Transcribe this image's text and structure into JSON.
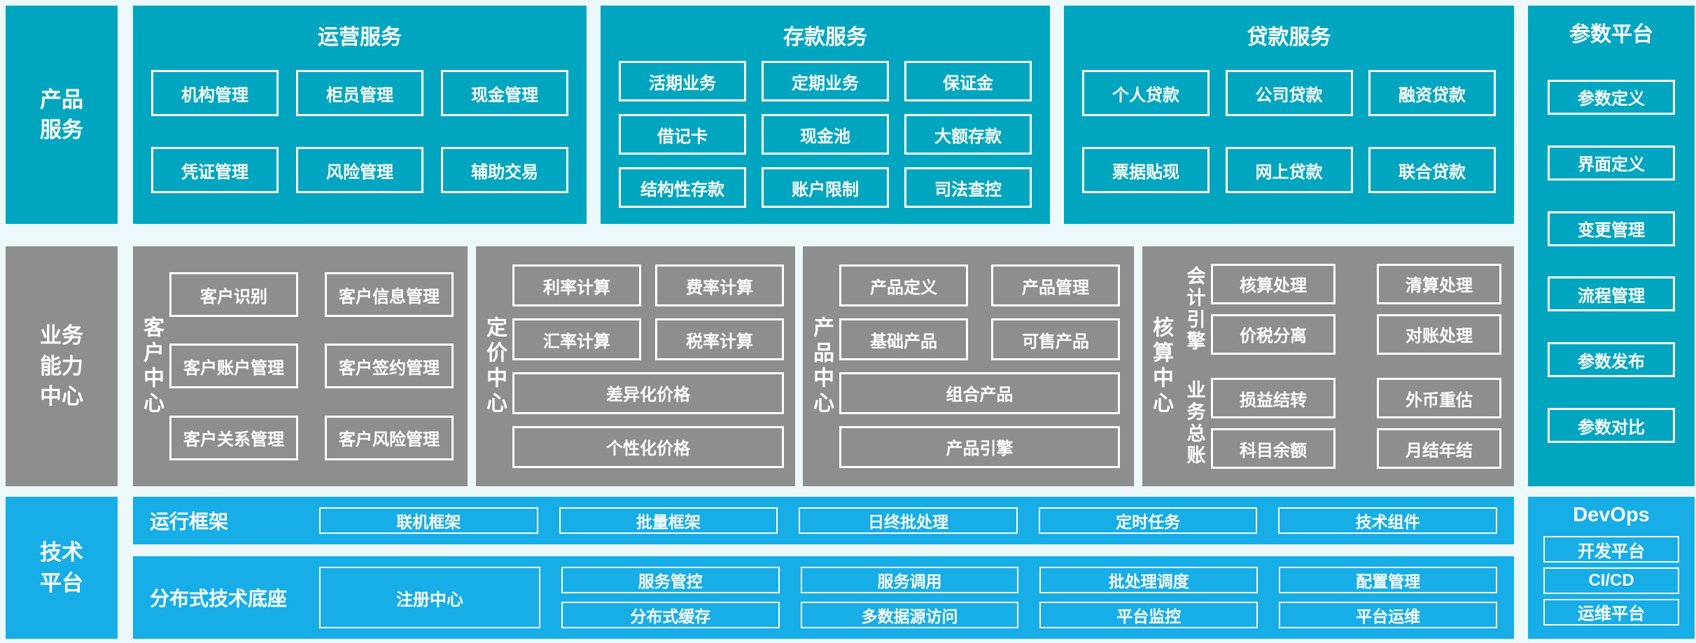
{
  "palette": {
    "teal": "#00a6bf",
    "gray": "#8e8e8e",
    "blue": "#17ade6",
    "background": "#edf8fa",
    "box_border": "#ffffff",
    "text": "#ffffff"
  },
  "left_labels": {
    "product": "产品服务",
    "business": "业务能力中心",
    "tech": "技术平台"
  },
  "top_row": {
    "operations": {
      "title": "运营服务",
      "rows": [
        [
          "机构管理",
          "柜员管理",
          "现金管理"
        ],
        [
          "凭证管理",
          "风险管理",
          "辅助交易"
        ]
      ]
    },
    "deposit": {
      "title": "存款服务",
      "rows": [
        [
          "活期业务",
          "定期业务",
          "保证金"
        ],
        [
          "借记卡",
          "现金池",
          "大额存款"
        ],
        [
          "结构性存款",
          "账户限制",
          "司法查控"
        ]
      ]
    },
    "loan": {
      "title": "贷款服务",
      "rows": [
        [
          "个人贷款",
          "公司贷款",
          "融资贷款"
        ],
        [
          "票据贴现",
          "网上贷款",
          "联合贷款"
        ]
      ]
    }
  },
  "param_platform": {
    "title": "参数平台",
    "items": [
      "参数定义",
      "界面定义",
      "变更管理",
      "流程管理",
      "参数发布",
      "参数对比"
    ]
  },
  "middle_row": {
    "customer": {
      "label": "客户中心",
      "rows": [
        [
          "客户识别",
          "客户信息管理"
        ],
        [
          "客户账户管理",
          "客户签约管理"
        ],
        [
          "客户关系管理",
          "客户风险管理"
        ]
      ]
    },
    "pricing": {
      "label": "定价中心",
      "rows": [
        [
          "利率计算",
          "费率计算"
        ],
        [
          "汇率计算",
          "税率计算"
        ]
      ],
      "wide": [
        "差异化价格",
        "个性化价格"
      ]
    },
    "product": {
      "label": "产品中心",
      "rows": [
        [
          "产品定义",
          "产品管理"
        ],
        [
          "基础产品",
          "可售产品"
        ]
      ],
      "wide": [
        "组合产品",
        "产品引擎"
      ]
    },
    "accounting": {
      "label": "核算中心",
      "groups": [
        {
          "label": "会计引擎",
          "rows": [
            [
              "核算处理",
              "清算处理"
            ],
            [
              "价税分离",
              "对账处理"
            ]
          ]
        },
        {
          "label": "业务总账",
          "rows": [
            [
              "损益结转",
              "外币重估"
            ],
            [
              "科目余额",
              "月结年结"
            ]
          ]
        }
      ]
    }
  },
  "tech_rows": {
    "runtime": {
      "label": "运行框架",
      "items": [
        "联机框架",
        "批量框架",
        "日终批处理",
        "定时任务",
        "技术组件"
      ]
    },
    "distributed": {
      "label": "分布式技术底座",
      "registry": "注册中心",
      "columns": [
        [
          "服务管控",
          "分布式缓存"
        ],
        [
          "服务调用",
          "多数据源访问"
        ],
        [
          "批处理调度",
          "平台监控"
        ],
        [
          "配置管理",
          "平台运维"
        ]
      ]
    }
  },
  "devops": {
    "title": "DevOps",
    "items": [
      "开发平台",
      "CI/CD",
      "运维平台"
    ]
  }
}
